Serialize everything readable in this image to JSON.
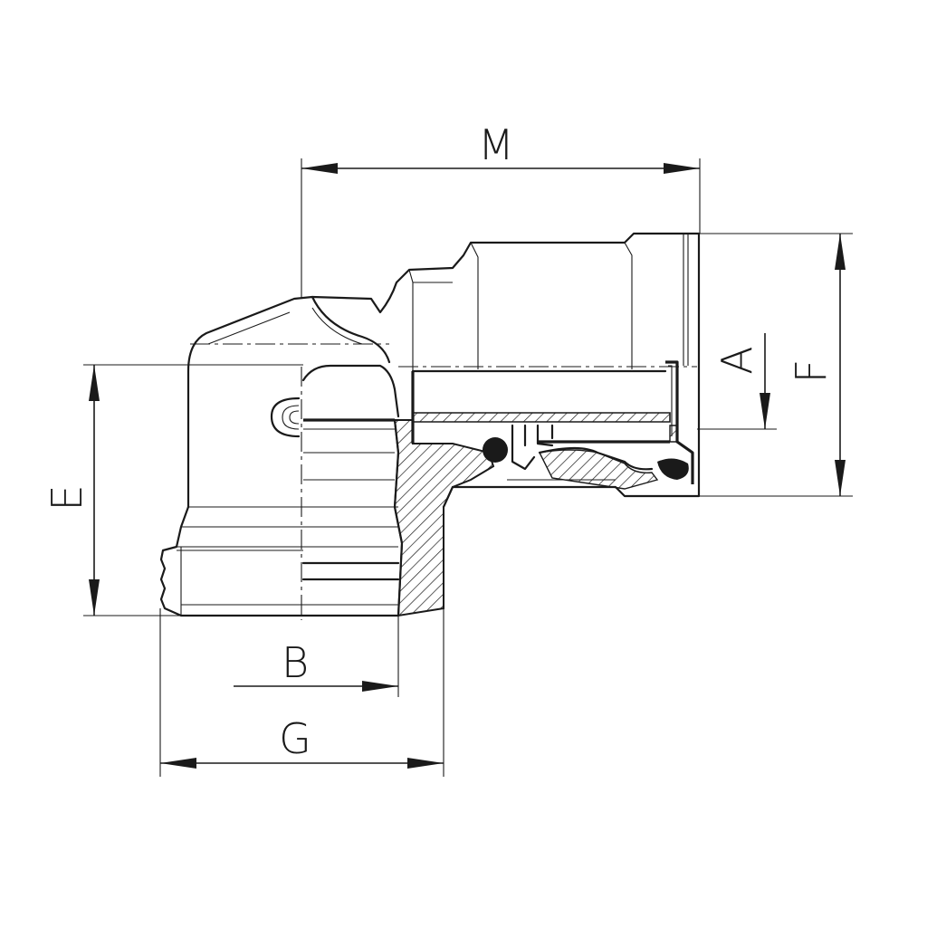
{
  "dimensions": {
    "M": "M",
    "F": "F",
    "A": "A",
    "E": "E",
    "B": "B",
    "G": "G"
  }
}
